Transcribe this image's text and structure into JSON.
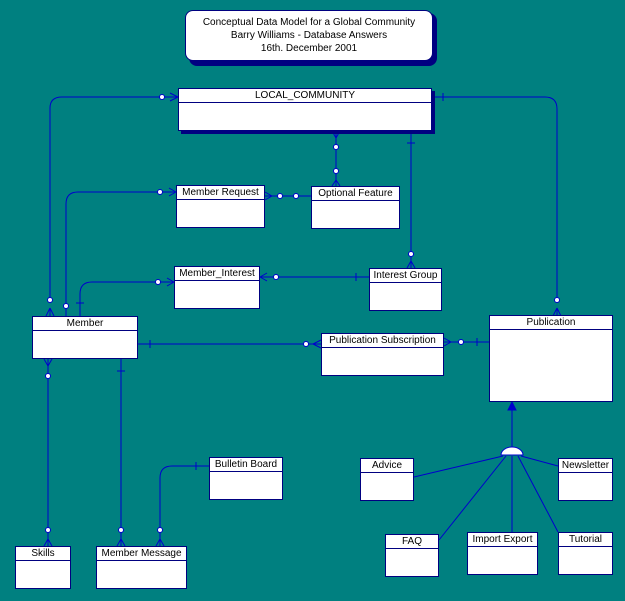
{
  "header": {
    "line1": "Conceptual Data Model for a Global Community",
    "line2": "Barry Williams - Database Answers",
    "line3": "16th. December 2001"
  },
  "entities": {
    "local_community": "LOCAL_COMMUNITY",
    "member_request": "Member Request",
    "optional_feature": "Optional Feature",
    "member_interest": "Member_Interest",
    "interest_group": "Interest Group",
    "member": "Member",
    "publication_subscription": "Publication Subscription",
    "publication": "Publication",
    "bulletin_board": "Bulletin Board",
    "advice": "Advice",
    "newsletter": "Newsletter",
    "faq": "FAQ",
    "import_export": "Import Export",
    "tutorial": "Tutorial",
    "skills": "Skills",
    "member_message": "Member Message"
  },
  "colors": {
    "background": "#008080",
    "line": "#0000CC",
    "box_border": "#000080"
  }
}
